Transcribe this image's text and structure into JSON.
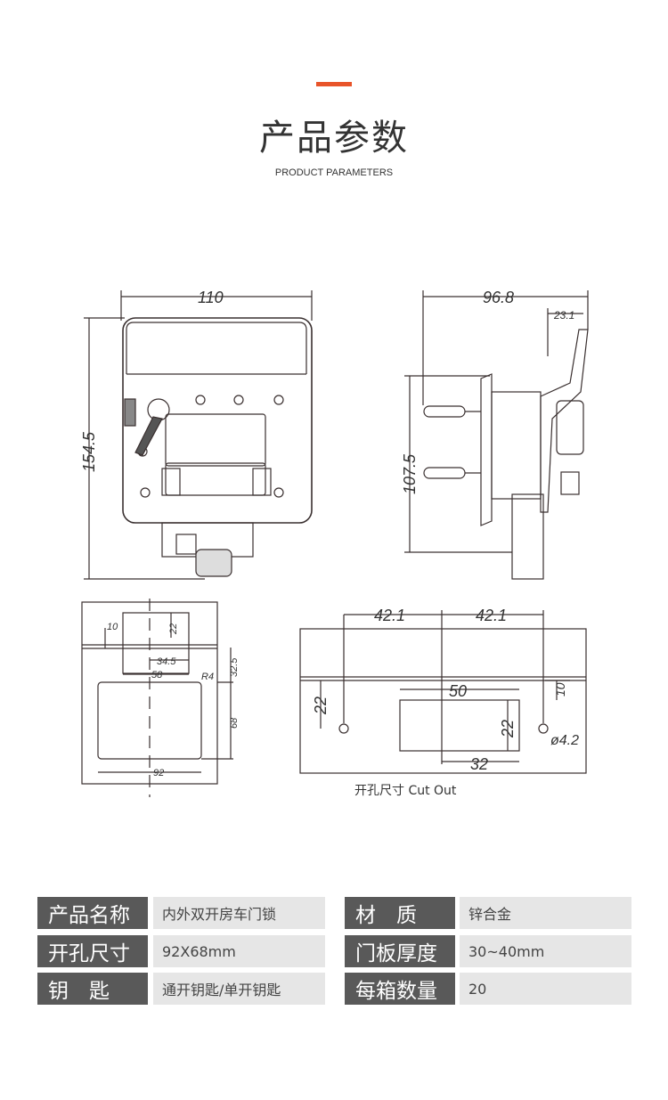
{
  "header": {
    "title": "产品参数",
    "subtitle": "PRODUCT PARAMETERS",
    "accent_color": "#e8542a"
  },
  "drawings": {
    "front_view": {
      "width": "110",
      "height": "154.5"
    },
    "side_view": {
      "depth": "96.8",
      "handle": "23.1",
      "height": "107.5"
    },
    "cutout_left": {
      "d10": "10",
      "d22": "22",
      "d34_5": "34.5",
      "d58": "58",
      "r4": "R4",
      "d32_5": "32.5",
      "d68": "68",
      "d92": "92"
    },
    "cutout_right": {
      "left_offset": "42.1",
      "right_offset": "42.1",
      "d22_left": "22",
      "d50": "50",
      "d10": "10",
      "d22_mid": "22",
      "d32": "32",
      "hole": "ø4.2"
    },
    "caption": "开孔尺寸 Cut Out"
  },
  "specs": [
    {
      "label": "产品名称",
      "value": "内外双开房车门锁",
      "label2": "材　质",
      "value2": "锌合金"
    },
    {
      "label": "开孔尺寸",
      "value": "92X68mm",
      "label2": "门板厚度",
      "value2": "30~40mm"
    },
    {
      "label": "钥　匙",
      "value": "通开钥匙/单开钥匙",
      "label2": "每箱数量",
      "value2": "20"
    }
  ]
}
